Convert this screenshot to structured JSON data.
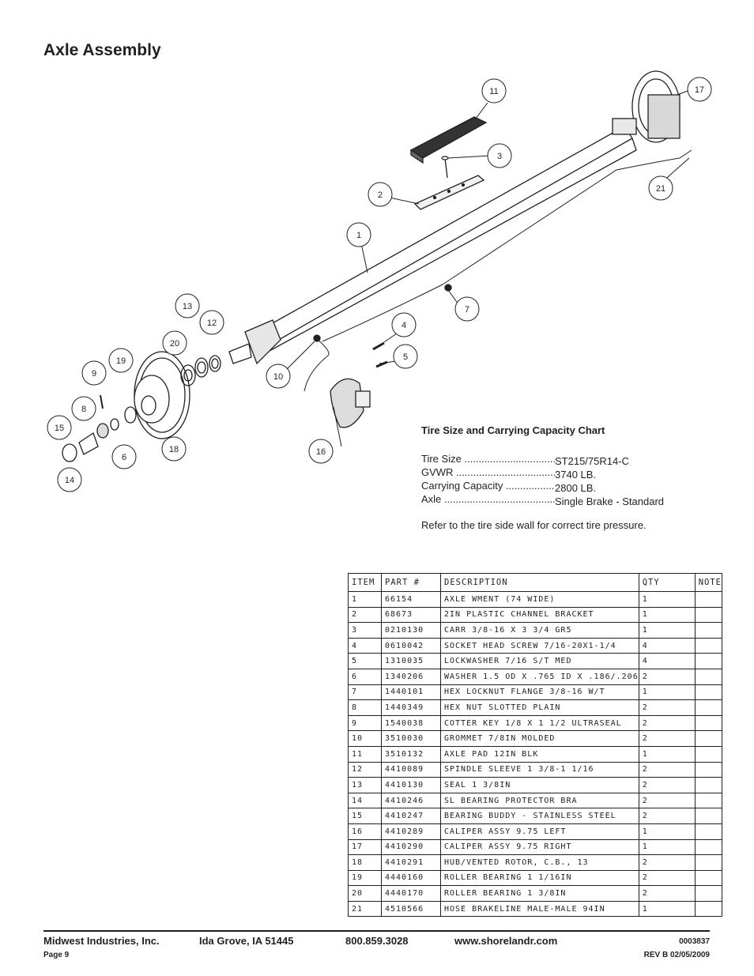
{
  "title": "Axle Assembly",
  "callouts": [
    "11",
    "17",
    "3",
    "21",
    "2",
    "1",
    "7",
    "4",
    "5",
    "13",
    "12",
    "20",
    "19",
    "9",
    "10",
    "8",
    "15",
    "6",
    "18",
    "16",
    "14"
  ],
  "tire_chart": {
    "title": "Tire Size and Carrying Capacity Chart",
    "rows": [
      {
        "label": "Tire Size",
        "value": "ST215/75R14-C"
      },
      {
        "label": "GVWR",
        "value": "3740 LB."
      },
      {
        "label": "Carrying Capacity",
        "value": "2800 LB."
      },
      {
        "label": "Axle",
        "value": "Single Brake - Standard"
      }
    ],
    "note": "Refer to the tire side wall for correct tire pressure."
  },
  "parts_table": {
    "headers": [
      "ITEM",
      "PART #",
      "DESCRIPTION",
      "QTY",
      "NOTE"
    ],
    "rows": [
      [
        "1",
        "66154",
        "AXLE WMENT (74 WIDE)",
        "1",
        ""
      ],
      [
        "2",
        "68673",
        "2IN PLASTIC CHANNEL BRACKET",
        "1",
        ""
      ],
      [
        "3",
        "0210130",
        "CARR 3/8-16 X 3 3/4 GR5",
        "1",
        ""
      ],
      [
        "4",
        "0610042",
        "SOCKET HEAD SCREW 7/16-20X1-1/4",
        "4",
        ""
      ],
      [
        "5",
        "1310035",
        "LOCKWASHER 7/16 S/T MED",
        "4",
        ""
      ],
      [
        "6",
        "1340206",
        "WASHER 1.5 OD X .765 ID X .186/.206",
        "2",
        ""
      ],
      [
        "7",
        "1440101",
        "HEX LOCKNUT FLANGE 3/8-16 W/T",
        "1",
        ""
      ],
      [
        "8",
        "1440349",
        "HEX NUT SLOTTED PLAIN",
        "2",
        ""
      ],
      [
        "9",
        "1540038",
        "COTTER KEY 1/8 X 1 1/2 ULTRASEAL",
        "2",
        ""
      ],
      [
        "10",
        "3510030",
        "GROMMET  7/8IN MOLDED",
        "2",
        ""
      ],
      [
        "11",
        "3510132",
        "AXLE PAD 12IN  BLK",
        "1",
        ""
      ],
      [
        "12",
        "4410089",
        "SPINDLE SLEEVE  1 3/8-1 1/16",
        "2",
        ""
      ],
      [
        "13",
        "4410130",
        "SEAL  1 3/8IN",
        "2",
        ""
      ],
      [
        "14",
        "4410246",
        "SL BEARING PROTECTOR BRA",
        "2",
        ""
      ],
      [
        "15",
        "4410247",
        "BEARING BUDDY - STAINLESS STEEL",
        "2",
        ""
      ],
      [
        "16",
        "4410289",
        "CALIPER ASSY 9.75 LEFT",
        "1",
        ""
      ],
      [
        "17",
        "4410290",
        "CALIPER ASSY 9.75 RIGHT",
        "1",
        ""
      ],
      [
        "18",
        "4410291",
        "HUB/VENTED ROTOR, C.B.,  13",
        "2",
        ""
      ],
      [
        "19",
        "4440160",
        "ROLLER BEARING  1 1/16IN",
        "2",
        ""
      ],
      [
        "20",
        "4440170",
        "ROLLER BEARING   1 3/8IN",
        "2",
        ""
      ],
      [
        "21",
        "4510566",
        "HOSE BRAKELINE MALE-MALE 94IN",
        "1",
        ""
      ]
    ]
  },
  "footer": {
    "company": "Midwest Industries, Inc.",
    "city": "Ida Grove, IA  51445",
    "phone": "800.859.3028",
    "web": "www.shorelandr.com",
    "doc_no": "0003837",
    "page": "Page 9",
    "rev": "REV B   02/05/2009"
  }
}
